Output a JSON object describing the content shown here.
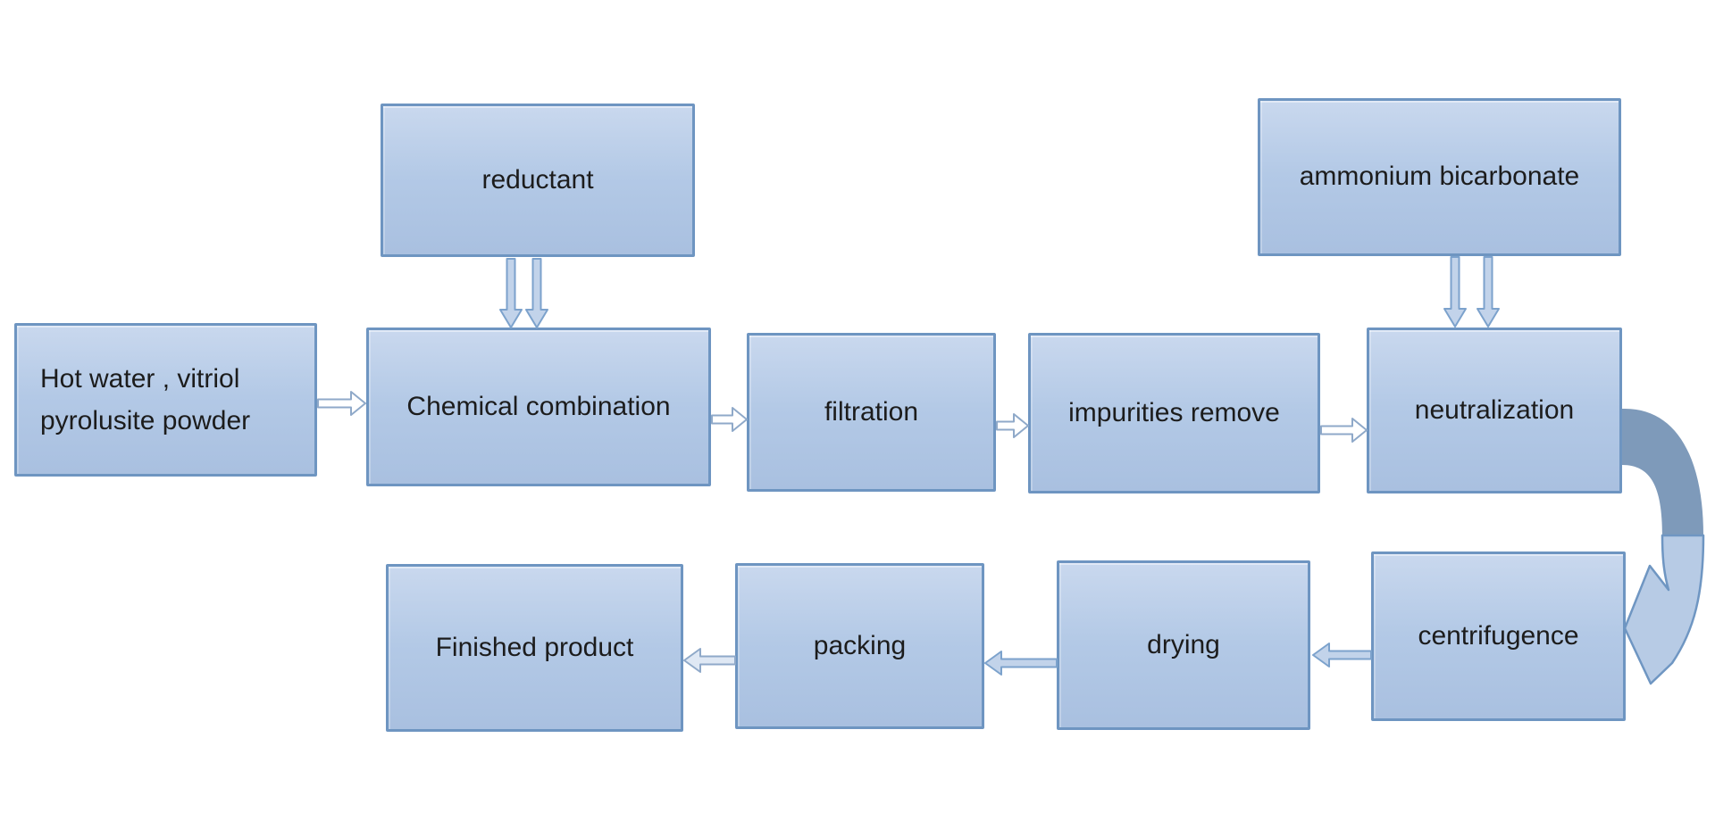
{
  "diagram": {
    "kind": "process-flowchart",
    "nodes": {
      "hot_water": {
        "line1": "Hot water , vitriol",
        "line2": "pyrolusite powder"
      },
      "reductant": {
        "label": "reductant"
      },
      "chemical_combination": {
        "label": "Chemical combination"
      },
      "filtration": {
        "label": "filtration"
      },
      "impurities_remove": {
        "label": "impurities remove"
      },
      "ammonium_bicarbonate": {
        "label": "ammonium bicarbonate"
      },
      "neutralization": {
        "label": "neutralization"
      },
      "centrifugence": {
        "label": "centrifugence"
      },
      "drying": {
        "label": "drying"
      },
      "packing": {
        "label": "packing"
      },
      "finished_product": {
        "label": "Finished product"
      }
    },
    "connectors": [
      {
        "from": "hot_water",
        "to": "chemical_combination",
        "type": "arrow-right"
      },
      {
        "from": "reductant",
        "to": "chemical_combination",
        "type": "double-arrow-down"
      },
      {
        "from": "chemical_combination",
        "to": "filtration",
        "type": "arrow-right"
      },
      {
        "from": "filtration",
        "to": "impurities_remove",
        "type": "arrow-right"
      },
      {
        "from": "impurities_remove",
        "to": "neutralization",
        "type": "arrow-right"
      },
      {
        "from": "ammonium_bicarbonate",
        "to": "neutralization",
        "type": "double-arrow-down"
      },
      {
        "from": "neutralization",
        "to": "centrifugence",
        "type": "curved-arrow-right-side"
      },
      {
        "from": "centrifugence",
        "to": "drying",
        "type": "arrow-left"
      },
      {
        "from": "drying",
        "to": "packing",
        "type": "arrow-left"
      },
      {
        "from": "packing",
        "to": "finished_product",
        "type": "arrow-left"
      }
    ],
    "colors": {
      "box_fill_top": "#c9d8ee",
      "box_fill_bottom": "#a9c0e0",
      "box_border": "#6e95c1",
      "arrow_white_fill": "#ffffff",
      "arrow_blue_fill": "#c2d3ea",
      "arrow_outline": "#7ca2cc",
      "curved_arrow_dark": "#7e9aba",
      "curved_arrow_light": "#b7cbe5",
      "text": "#1c1c1c"
    }
  }
}
